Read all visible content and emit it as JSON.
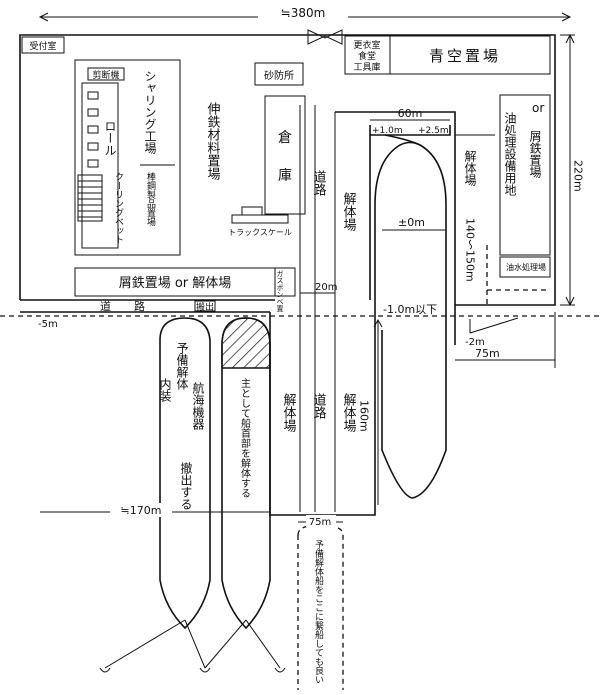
{
  "dims": {
    "overall_width": "≒380m",
    "overall_height": "220m",
    "dock_width": "60m",
    "dock_left_level": "+1.0m",
    "dock_right_level": "+2.5m",
    "dock_center_level": "±0m",
    "dock_bottom_level": "-1.0m以下",
    "dock_length": "160m",
    "right_dim_a": "140～150m",
    "road_20m": "20m",
    "minus5": "-5m",
    "minus2": "-2m",
    "right_75": "75m",
    "bottom_75": "75m",
    "left_170": "≒170m"
  },
  "facilities": {
    "guard": "受付室",
    "office": "更衣室\n食堂\n工具庫",
    "green_yard": "青空置場",
    "store": "倉庫",
    "sand": "砂防所",
    "scale": "トラックスケール",
    "shear_top": "剪断機",
    "shear_shop": "シャリング工場",
    "roll": "ロール",
    "cooling_bed": "クーリングベット",
    "rebar_yard": "棒鋼製品置場",
    "material_yard": "伸鉄材料置場",
    "scrap_yard": "屑鉄置場 or 解体場",
    "gas_store": "ガスボンベ置",
    "oil_yard": "油処理設備用地",
    "or_label": "or",
    "scrap_yard2": "屑鉄置場",
    "oily_water": "油水処理場",
    "dismantle": "解体場",
    "road": "道路",
    "road_h": "道　路",
    "carry_out_top": "搬出",
    "ship1_a": "予備解体",
    "ship1_b": "内装",
    "ship1_c": "航海機器",
    "ship1_d": "撤出する",
    "ship2": "主として船首部を解体する",
    "moor_note": "予備解体船をここに繋船しても良い"
  }
}
